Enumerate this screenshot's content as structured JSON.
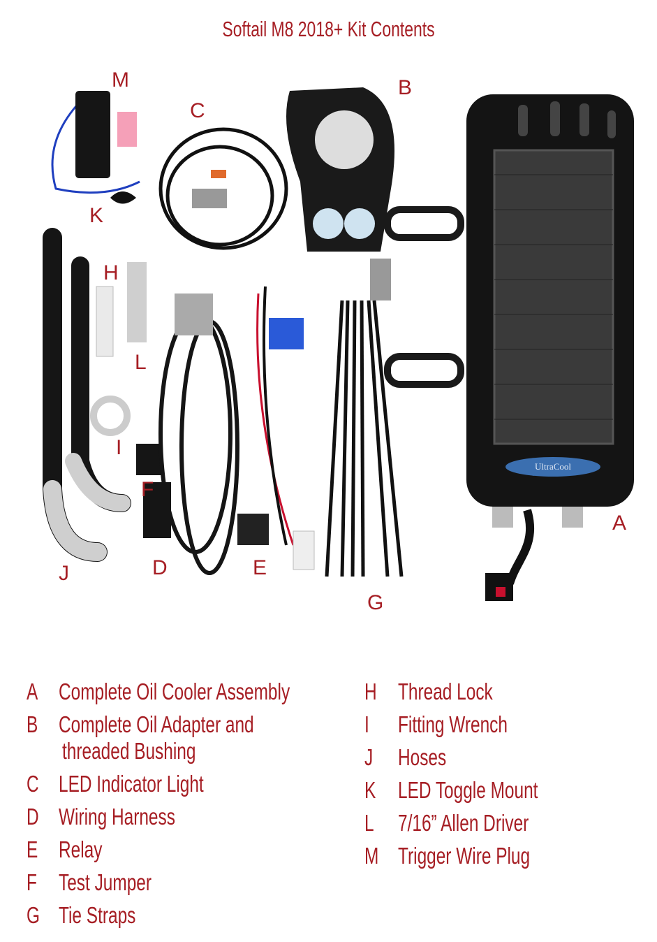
{
  "title": "Softail M8 2018+ Kit Contents",
  "colors": {
    "label": "#a61e24",
    "background": "#ffffff"
  },
  "photo_labels": [
    "M",
    "C",
    "B",
    "K",
    "H",
    "L",
    "I",
    "F",
    "J",
    "D",
    "E",
    "G",
    "A"
  ],
  "radiator_badge": "UltraCool",
  "legend_left": [
    {
      "key": "A",
      "text": "Complete Oil Cooler Assembly"
    },
    {
      "key": "B",
      "text": "Complete Oil Adapter and",
      "text2": "threaded Bushing"
    },
    {
      "key": "C",
      "text": "LED Indicator Light"
    },
    {
      "key": "D",
      "text": "Wiring Harness"
    },
    {
      "key": "E",
      "text": "Relay"
    },
    {
      "key": "F",
      "text": "Test Jumper"
    },
    {
      "key": "G",
      "text": "Tie Straps"
    }
  ],
  "legend_right": [
    {
      "key": "H",
      "text": "Thread Lock"
    },
    {
      "key": "I",
      "text": "Fitting Wrench"
    },
    {
      "key": "J",
      "text": "Hoses"
    },
    {
      "key": "K",
      "text": "LED Toggle Mount"
    },
    {
      "key": "L",
      "text": "7/16” Allen Driver"
    },
    {
      "key": "M",
      "text": "Trigger Wire Plug"
    }
  ]
}
